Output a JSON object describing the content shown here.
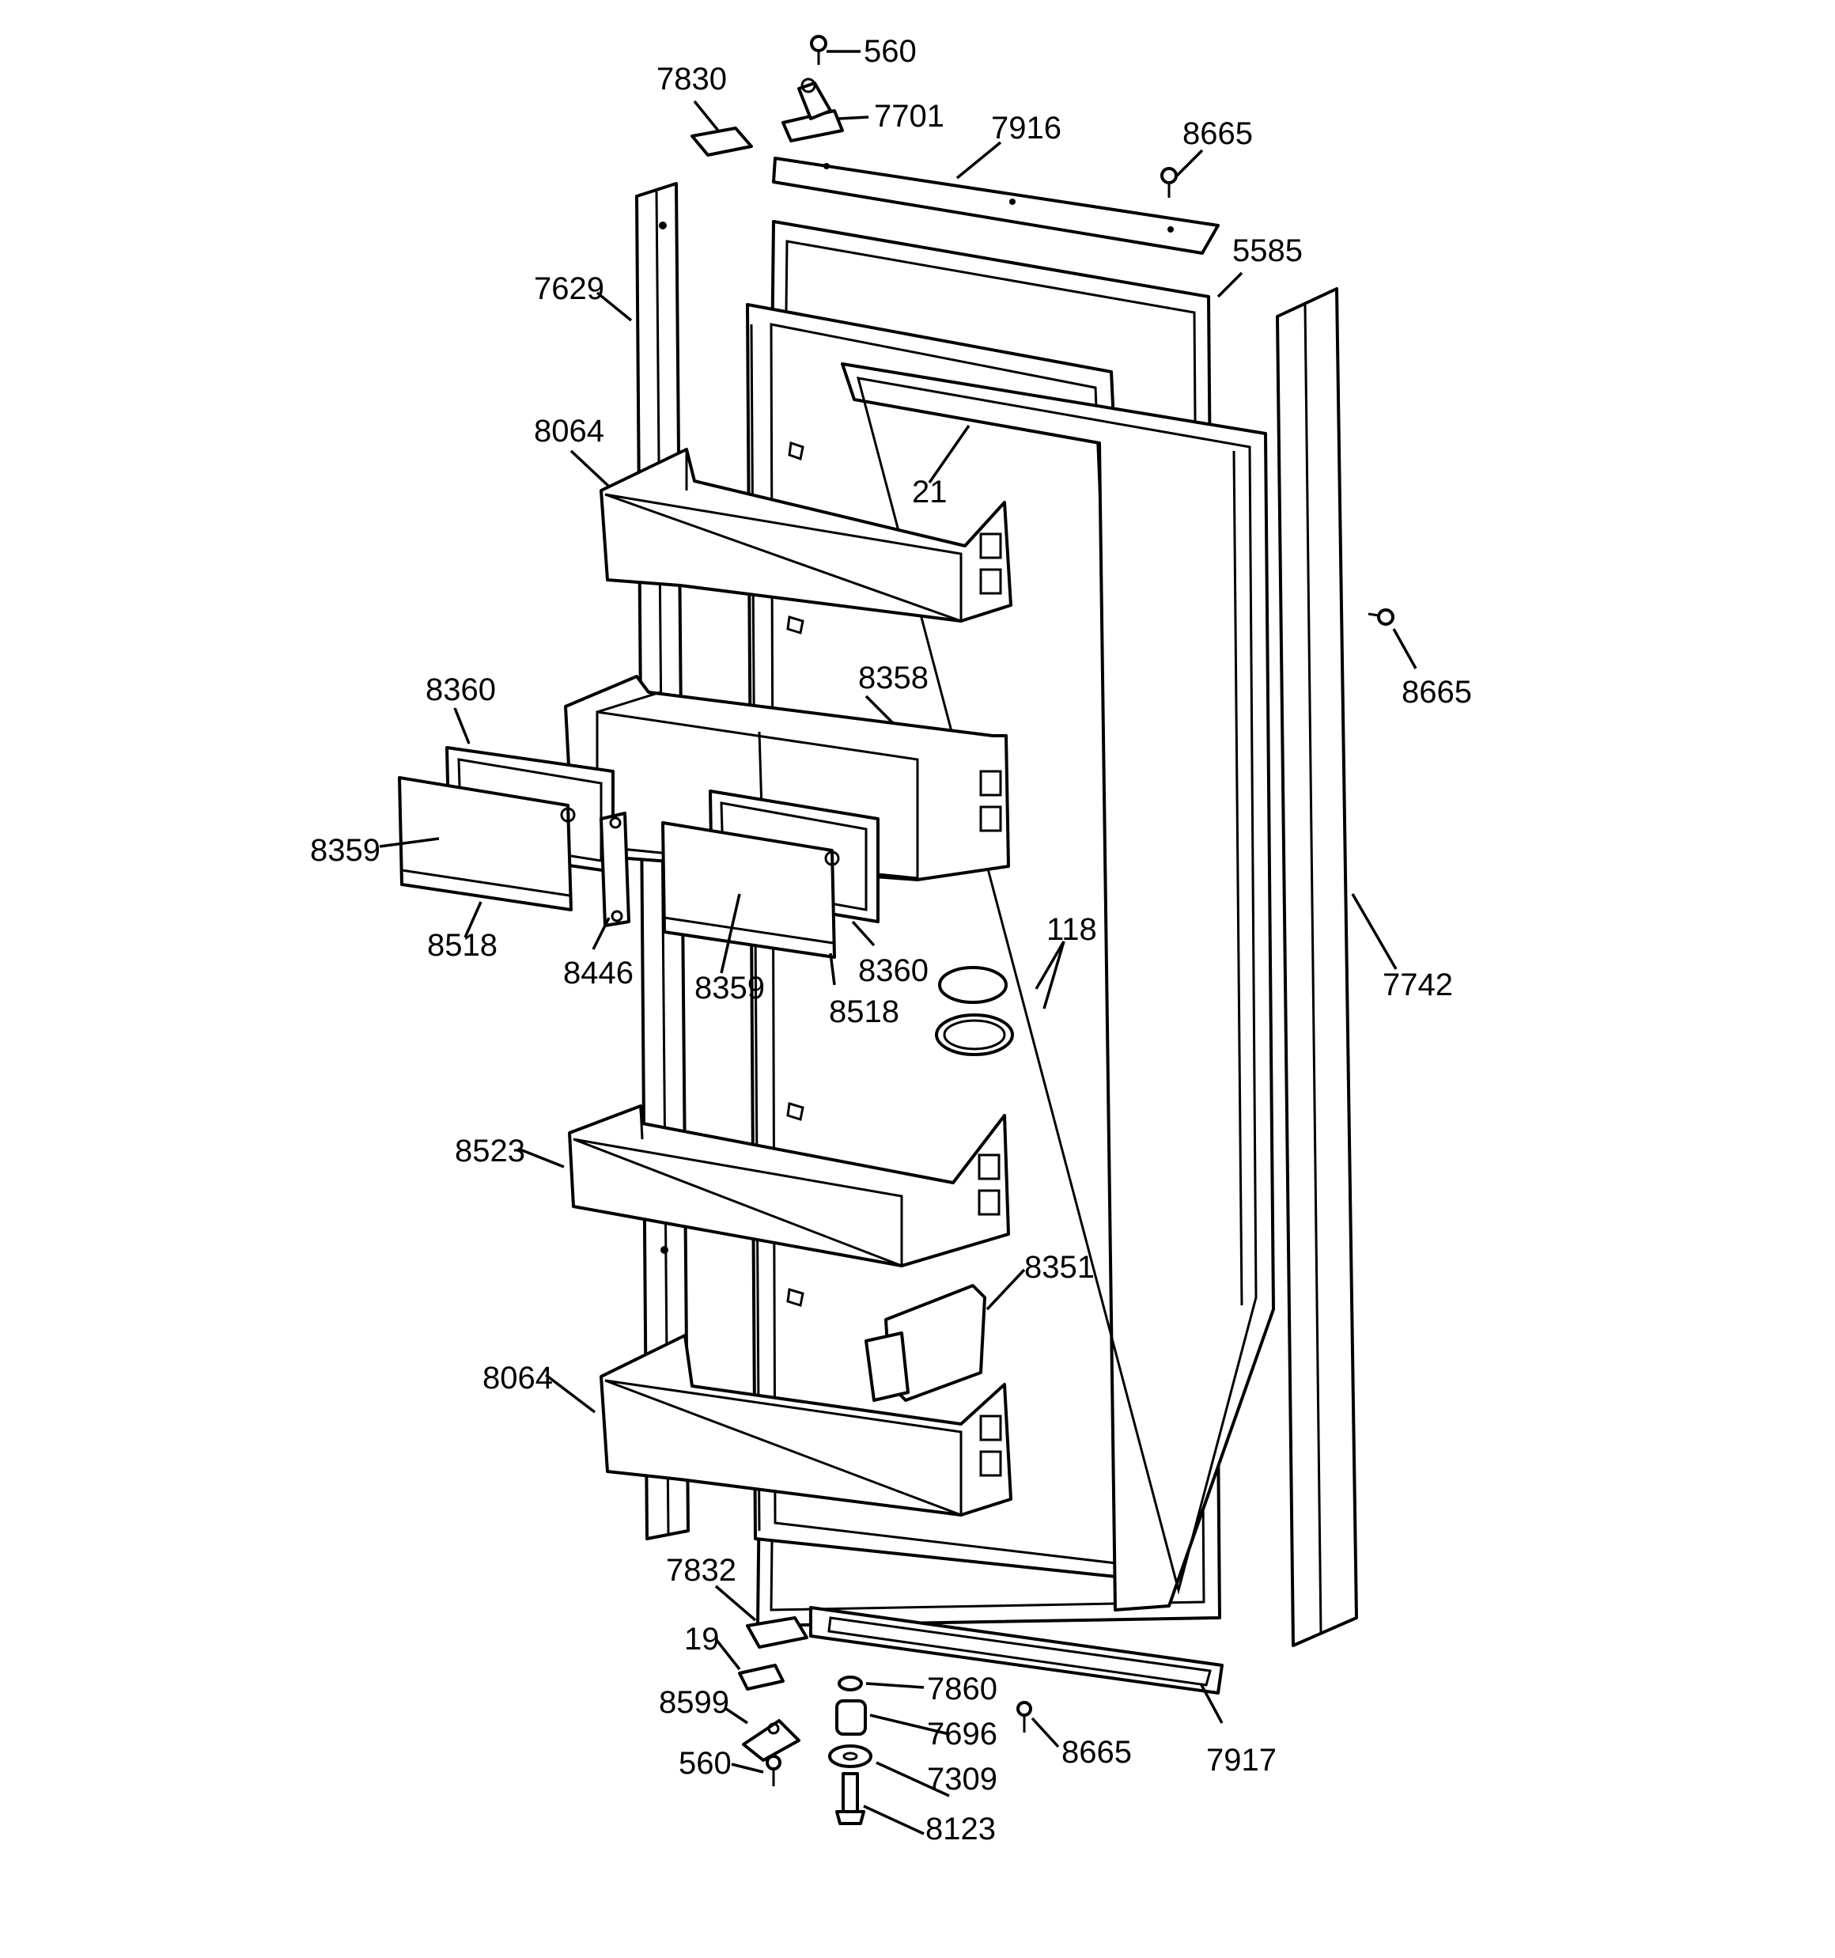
{
  "callouts": [
    {
      "id": "560"
    },
    {
      "id": "7830"
    },
    {
      "id": "7701"
    },
    {
      "id": "7916"
    },
    {
      "id": "8665"
    },
    {
      "id": "5585"
    },
    {
      "id": "7629"
    },
    {
      "id": "8064"
    },
    {
      "id": "21"
    },
    {
      "id": "8665"
    },
    {
      "id": "8360"
    },
    {
      "id": "8358"
    },
    {
      "id": "8359"
    },
    {
      "id": "8518"
    },
    {
      "id": "8446"
    },
    {
      "id": "8359"
    },
    {
      "id": "8360"
    },
    {
      "id": "8518"
    },
    {
      "id": "118"
    },
    {
      "id": "7742"
    },
    {
      "id": "8523"
    },
    {
      "id": "8351"
    },
    {
      "id": "8064"
    },
    {
      "id": "7832"
    },
    {
      "id": "19"
    },
    {
      "id": "7860"
    },
    {
      "id": "8599"
    },
    {
      "id": "7696"
    },
    {
      "id": "8665"
    },
    {
      "id": "7917"
    },
    {
      "id": "560"
    },
    {
      "id": "7309"
    },
    {
      "id": "8123"
    }
  ]
}
